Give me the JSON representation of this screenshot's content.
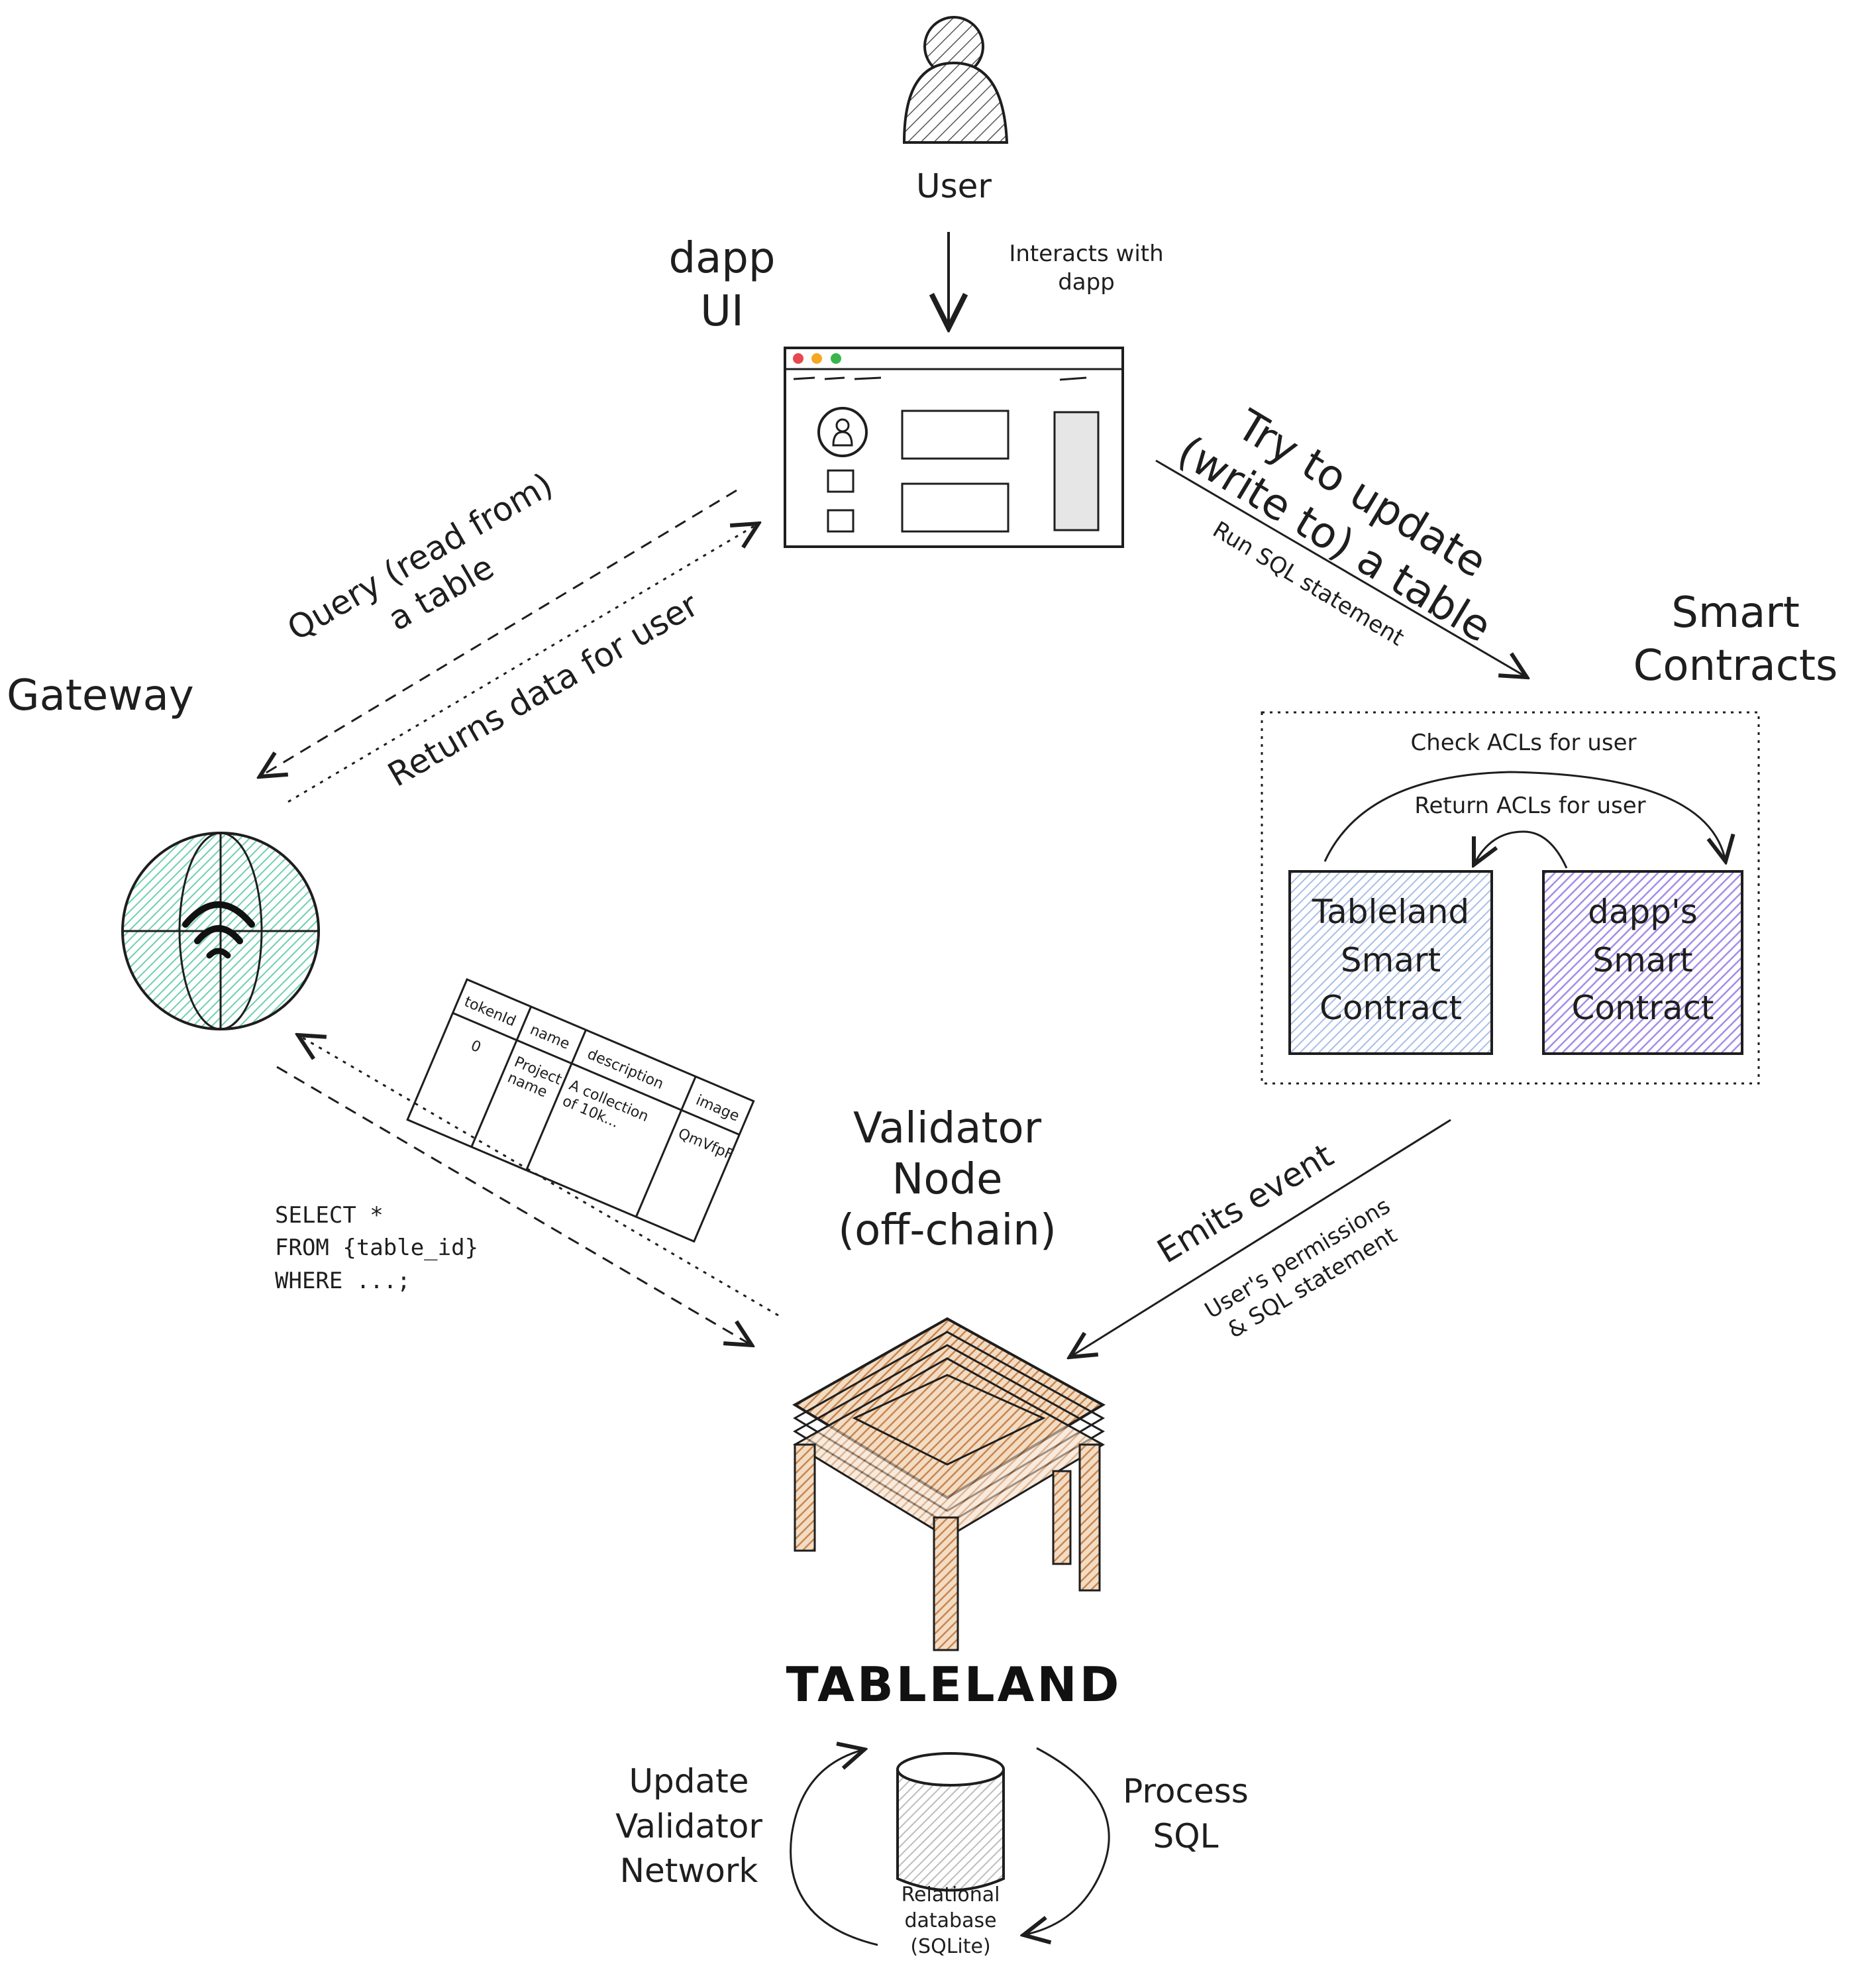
{
  "nodes": {
    "user": "User",
    "dapp_ui": "dapp\nUI",
    "smart_contracts": "Smart\nContracts",
    "gateway": "Gateway",
    "validator_node": "Validator\nNode\n(off-chain)",
    "tableland_contract": "Tableland\nSmart\nContract",
    "dapp_contract": "dapp's\nSmart\nContract",
    "tableland_brand": "TABLELAND",
    "database": "Relational\ndatabase\n(SQLite)"
  },
  "edges": {
    "interacts": "Interacts with\ndapp",
    "query": "Query (read from)\na table",
    "returns": "Returns data for user",
    "try_update": "Try to update\n(write to) a table",
    "run_sql": "Run SQL statement",
    "check_acls": "Check ACLs for user",
    "return_acls": "Return ACLs for user",
    "emits_event": "Emits event",
    "permissions": "User's permissions\n& SQL statement",
    "sql_query": "SELECT *\nFROM {table_id}\nWHERE ...;",
    "update_network": "Update\nValidator\nNetwork",
    "process_sql": "Process\nSQL"
  },
  "sample_table": {
    "headers": [
      "tokenId",
      "name",
      "description",
      "image"
    ],
    "row": [
      "0",
      "Project\nname",
      "A collection\nof 10k...",
      "QmVfpF"
    ]
  },
  "colors": {
    "ink": "#1e1e1e",
    "gateway_fill": "#9fe0c8",
    "tableland_contract_fill": "#c7d6f3",
    "dapp_contract_fill": "#c4b5f0",
    "table_fill": "#c8864e",
    "user_fill": "#8a8a8a",
    "db_fill": "#d0d0d0",
    "window_red": "#e5484d",
    "window_yellow": "#f5a623",
    "window_green": "#3ab54a"
  },
  "icons": [
    "user-icon",
    "browser-window-icon",
    "globe-icon",
    "wifi-icon",
    "table-icon",
    "database-icon"
  ]
}
